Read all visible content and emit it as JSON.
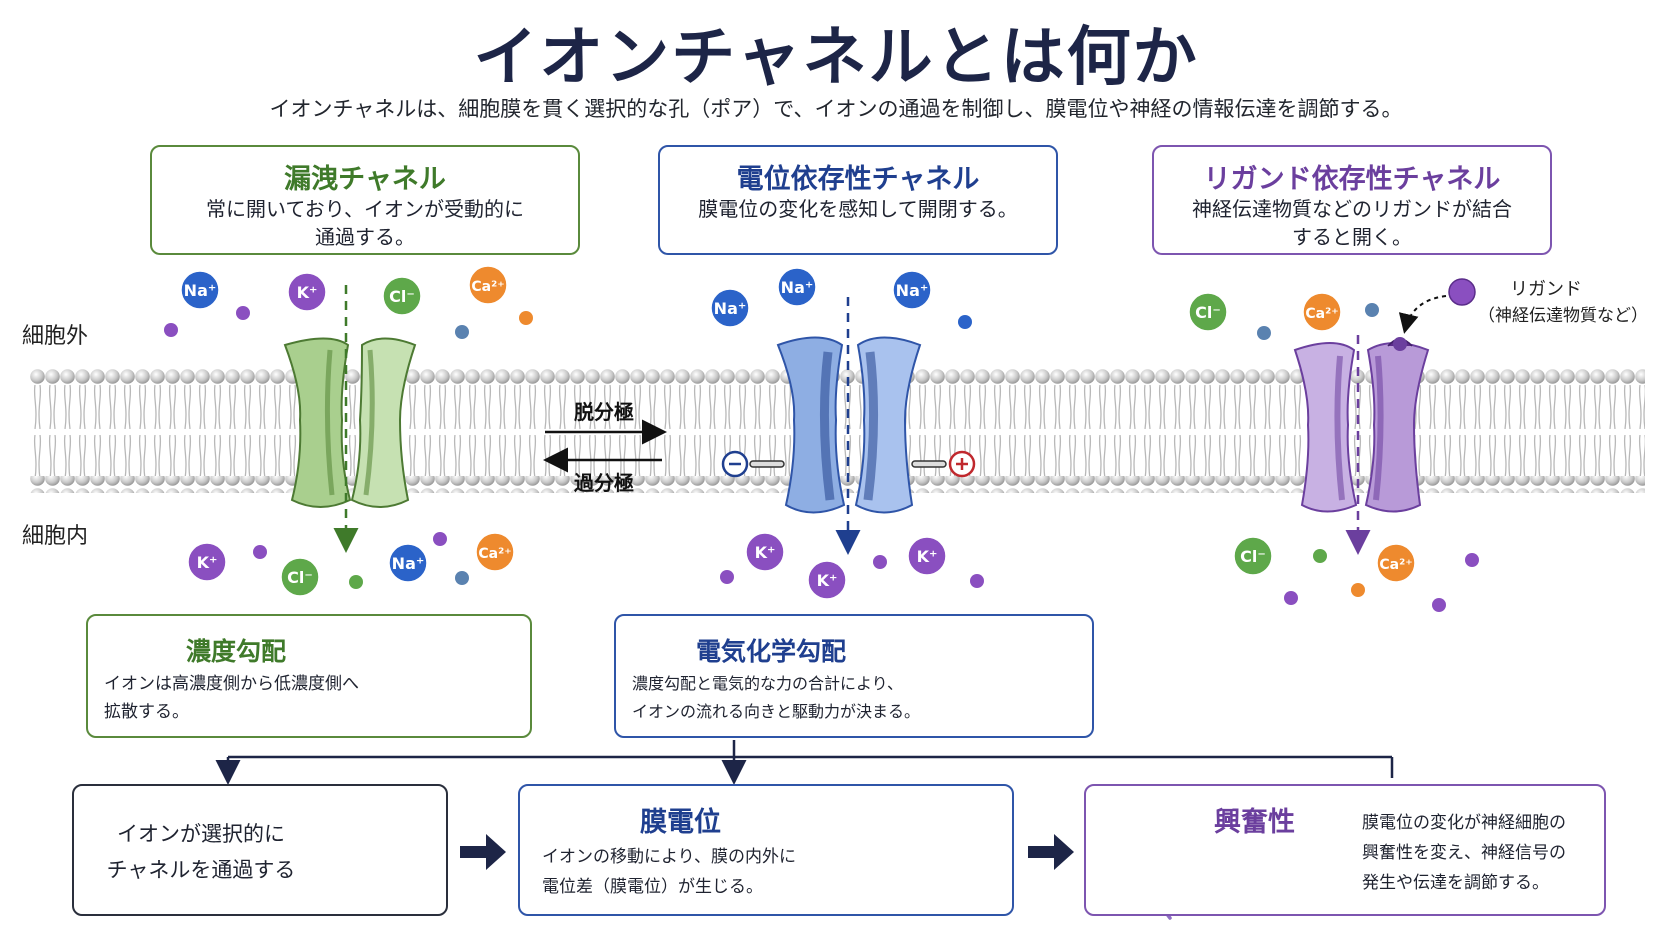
{
  "title": "イオンチャネルとは何か",
  "subtitle": "イオンチャネルは、細胞膜を貫く選択的な孔（ポア）で、イオンの通過を制御し、膜電位や神経の情報伝達を調節する。",
  "regions": {
    "outside": "細胞外",
    "inside": "細胞内"
  },
  "channels": [
    {
      "title": "漏洩チャネル",
      "text": "常に開いており、イオンが受動的に\n通過する。",
      "color": "#3f7a2a"
    },
    {
      "title": "電位依存性チャネル",
      "text": "膜電位の変化を感知して開閉する。",
      "color": "#1f3f8f"
    },
    {
      "title": "リガンド依存性チャネル",
      "text": "神経伝達物質などのリガンドが結合\nすると開く。",
      "color": "#6b3f9e"
    }
  ],
  "ions": {
    "na": "Na⁺",
    "k": "K⁺",
    "cl": "Cl⁻",
    "ca": "Ca²⁺"
  },
  "arrows": {
    "depolarization": "脱分極",
    "hyperpolarization": "過分極"
  },
  "ligand": {
    "label": "リガンド",
    "sublabel": "（神経伝達物質など）"
  },
  "gradients": {
    "concentration": {
      "title": "濃度勾配",
      "text": "イオンは高濃度側から低濃度側へ\n拡散する。"
    },
    "electrochemical": {
      "title": "電気化学勾配",
      "text": "濃度勾配と電気的な力の合計により、\nイオンの流れる向きと駆動力が決まる。",
      "plus": "+ + + + + +",
      "minus": "– – – – – –"
    }
  },
  "flow": {
    "step1": {
      "text": "イオンが選択的に\nチャネルを通過する"
    },
    "step2": {
      "title": "膜電位",
      "text": "イオンの移動により、膜の内外に\n電位差（膜電位）が生じる。",
      "plus": "+ + + + + + + +",
      "minus": "– – – – – – – –"
    },
    "step3": {
      "title": "興奮性",
      "text": "膜電位の変化が神経細胞の\n興奮性を変え、神経信号の\n発生や伝達を調節する。"
    }
  },
  "colors": {
    "na": "#2b63c9",
    "k": "#8a4fc0",
    "cl": "#5ea84a",
    "ca": "#ee8a2e",
    "green": "#3f7a2a",
    "blue": "#1f3f8f",
    "purple": "#6b3f9e",
    "navy": "#1d2547"
  }
}
